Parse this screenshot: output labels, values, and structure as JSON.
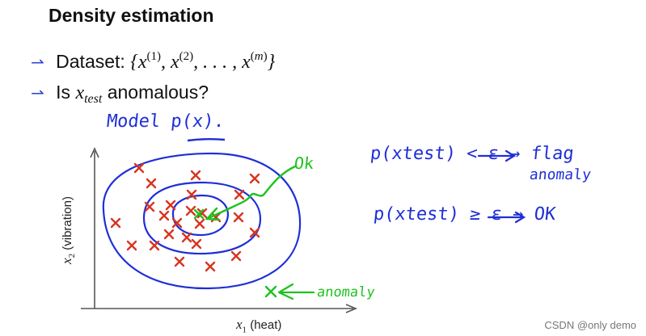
{
  "title": "Density estimation",
  "bullets": {
    "dataset_label": "Dataset:",
    "dataset_set": "{x(1), x(2), . . . , x(m)}",
    "is_label": "Is",
    "x_test": "x",
    "test_sub": "test",
    "anomalous_label": "anomalous?"
  },
  "handwriting": {
    "model": "Model p(x).",
    "ok_pointer": "Ok",
    "rule_flag": "p(xtest) < ε → flag",
    "rule_flag_2": "anomaly",
    "rule_ok": "p(xtest) ≥ ε → OK",
    "anomaly_note": "anomaly"
  },
  "axes": {
    "x_label_var": "x",
    "x_label_sub": "1",
    "x_label_unit": "(heat)",
    "y_label_var": "x",
    "y_label_sub": "2",
    "y_label_unit": "(vibration)"
  },
  "watermark": "CSDN @only demo",
  "colors": {
    "ink_blue": "#1f2fd6",
    "ink_green": "#1ec21e",
    "ink_red": "#d8341f",
    "arrow_blue": "#2a3fd0"
  }
}
